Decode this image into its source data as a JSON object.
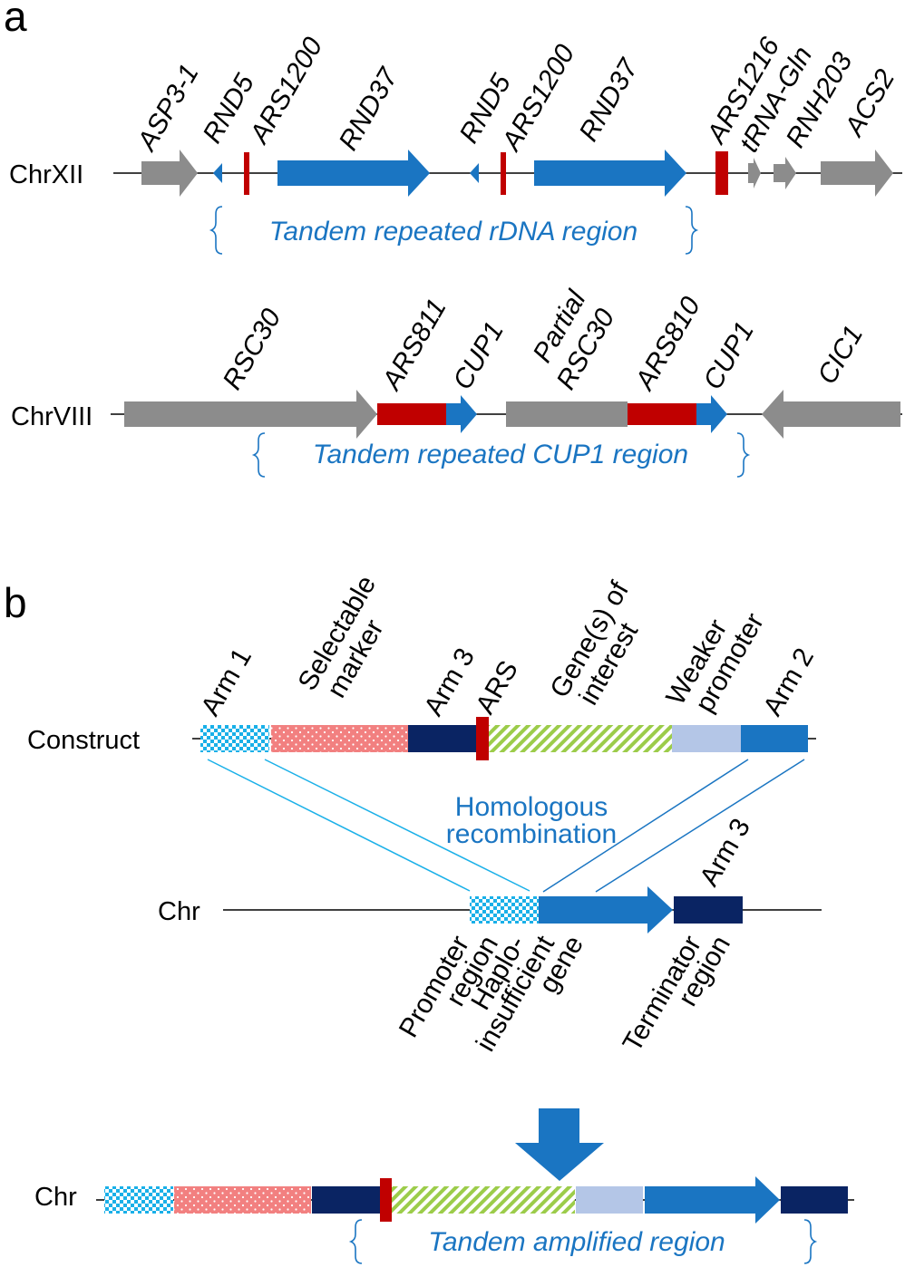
{
  "colors": {
    "gray": "#8c8c8c",
    "blue": "#1a75c2",
    "red": "#c00000",
    "navy": "#0a2463",
    "cyan": "#1ab0e8",
    "salmon": "#f28080",
    "lime": "#9ccc4a",
    "lightblue": "#b4c6e7",
    "label_blue": "#1a75c2"
  },
  "panel_a": {
    "label": "a",
    "chr12": {
      "name": "ChrXII",
      "genes": [
        "ASP3-1",
        "RND5",
        "ARS1200",
        "RND37",
        "RND5",
        "ARS1200",
        "RND37",
        "ARS1216",
        "tRNA-Gln",
        "RNH203",
        "ACS2"
      ],
      "region": "Tandem repeated rDNA region"
    },
    "chr8": {
      "name": "ChrVIII",
      "genes": [
        "RSC30",
        "ARS811",
        "CUP1",
        "Partial",
        "RSC30",
        "ARS810",
        "CUP1",
        "CIC1"
      ],
      "region": "Tandem repeated CUP1 region"
    }
  },
  "panel_b": {
    "label": "b",
    "construct": {
      "name": "Construct",
      "parts": [
        "Arm 1",
        "Selectable",
        "marker",
        "Arm 3",
        "ARS",
        "Gene(s) of",
        "interest",
        "Weaker",
        "promoter",
        "Arm 2"
      ]
    },
    "recombination": [
      "Homologous",
      "recombination"
    ],
    "chr": {
      "name": "Chr",
      "top_parts": [
        "Arm 3"
      ],
      "bottom_parts": [
        "Promoter",
        "region",
        "Haplo-",
        "insufficient",
        "gene",
        "Terminator",
        "region"
      ]
    },
    "result": {
      "name": "Chr",
      "region": "Tandem amplified region"
    }
  }
}
